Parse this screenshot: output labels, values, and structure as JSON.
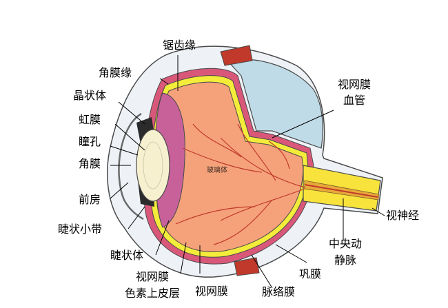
{
  "labels": {
    "ora_serrata": "锯齿缘",
    "limbus": "角膜缘",
    "lens": "晶状体",
    "iris": "虹膜",
    "pupil": "瞳孔",
    "cornea": "角膜",
    "anterior_chamber": "前房",
    "zonule": "睫状小带",
    "ciliary_body": "睫状体",
    "rpe_line1": "视网膜",
    "rpe_line2": "色素上皮层",
    "retina": "视网膜",
    "choroid": "脉络膜",
    "sclera": "巩膜",
    "central_vessels_line1": "中央动",
    "central_vessels_line2": "静脉",
    "optic_nerve": "视神经",
    "retinal_vessels_line1": "视网膜",
    "retinal_vessels_line2": "血管",
    "vitreous": "玻璃体"
  },
  "colors": {
    "vitreous": "#f5a27a",
    "retina": "#f4ec3a",
    "choroid": "#d9587a",
    "sclera": "#eef2f7",
    "cut_face": "#bfdbe7",
    "ciliary": "#c8619a",
    "lens": "#f6f0cf",
    "muscle": "#c0392b",
    "optic_nerve": "#f7e33c",
    "vessel": "#c0392b"
  }
}
